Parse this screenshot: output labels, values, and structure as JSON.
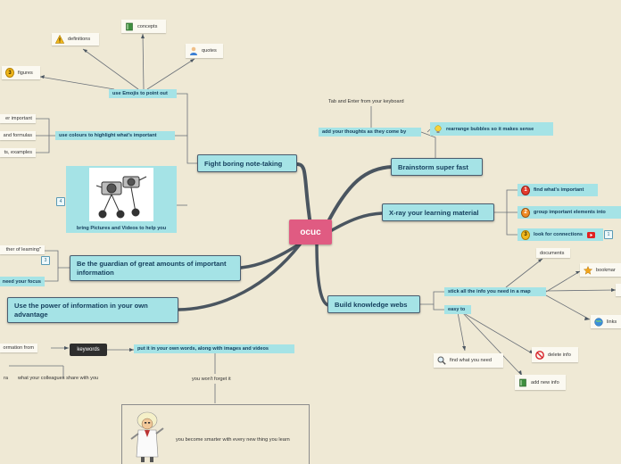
{
  "central": "ocuc",
  "branches": {
    "boring": "Fight boring note-taking",
    "brainstorm": "Brainstorm super fast",
    "xray": "X-ray your learning material",
    "build": "Build knowledge webs",
    "guardian": "Be the guardian of great amounts of important information",
    "power": "Use the power of information in your own advantage"
  },
  "boring": {
    "emoji": "use Emojis to point out",
    "colours": "use colours to highlight what's important",
    "pictures": "bring Pictures and Videos to help you",
    "definitions": "definitions",
    "concepts": "concepts",
    "quotes": "quotes",
    "figures": "figures",
    "figures_badge": "3",
    "important": "er important",
    "formulas": "and formulas",
    "examples": "ts, examples",
    "pictures_count": "4"
  },
  "brainstorm": {
    "thoughts": "add your thoughts as they come by",
    "rearrange": "rearrange bubbles so it makes sense",
    "tab_enter": "Tab and Enter from your keyboard"
  },
  "xray": {
    "find": "find what's important",
    "group": "group important elements into",
    "look": "look for connections",
    "badge1": "1",
    "badge2": "2",
    "badge3": "3",
    "count": "1"
  },
  "build": {
    "stick": "stick all the info you need in a map",
    "easy": "easy to",
    "documents": "documents",
    "bookmarks": "bookmar",
    "links": "links",
    "find": "find what you need",
    "delete": "delete info",
    "add": "add new info"
  },
  "guardian": {
    "learning": "ther of learning\"",
    "focus": "need your focus",
    "count": "3"
  },
  "power": {
    "keywords": "keywords",
    "info_from": "ormation from",
    "put_it": "put it in your own words, along with images and videos",
    "colleagues": "what your colleagues share with you",
    "ra": "ra",
    "forget": "you won't forget it",
    "smarter": "you become smarter with every new thing you learn"
  },
  "colors": {
    "background": "#efe9d5",
    "central": "#e05b82",
    "node": "#a5e3e6",
    "node_text": "#16405e",
    "branch": "#4a5560"
  }
}
